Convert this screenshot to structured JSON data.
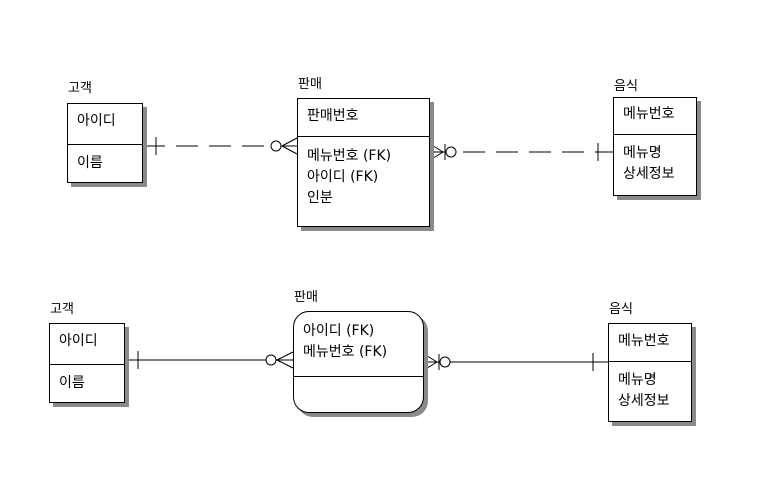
{
  "diagrams": [
    {
      "customer": {
        "title": "고객",
        "key": [
          "아이디"
        ],
        "attrs": [
          "이름"
        ]
      },
      "sale": {
        "title": "판매",
        "key": [
          "판매번호"
        ],
        "attrs": [
          "메뉴번호 (FK)",
          "아이디 (FK)",
          "인분"
        ]
      },
      "food": {
        "title": "음식",
        "key": [
          "메뉴번호"
        ],
        "attrs": [
          "메뉴명",
          "상세정보"
        ]
      }
    },
    {
      "customer": {
        "title": "고객",
        "key": [
          "아이디"
        ],
        "attrs": [
          "이름"
        ]
      },
      "sale": {
        "title": "판매",
        "key": [
          "아이디 (FK)",
          "메뉴번호 (FK)"
        ],
        "attrs": []
      },
      "food": {
        "title": "음식",
        "key": [
          "메뉴번호"
        ],
        "attrs": [
          "메뉴명",
          "상세정보"
        ]
      }
    }
  ]
}
